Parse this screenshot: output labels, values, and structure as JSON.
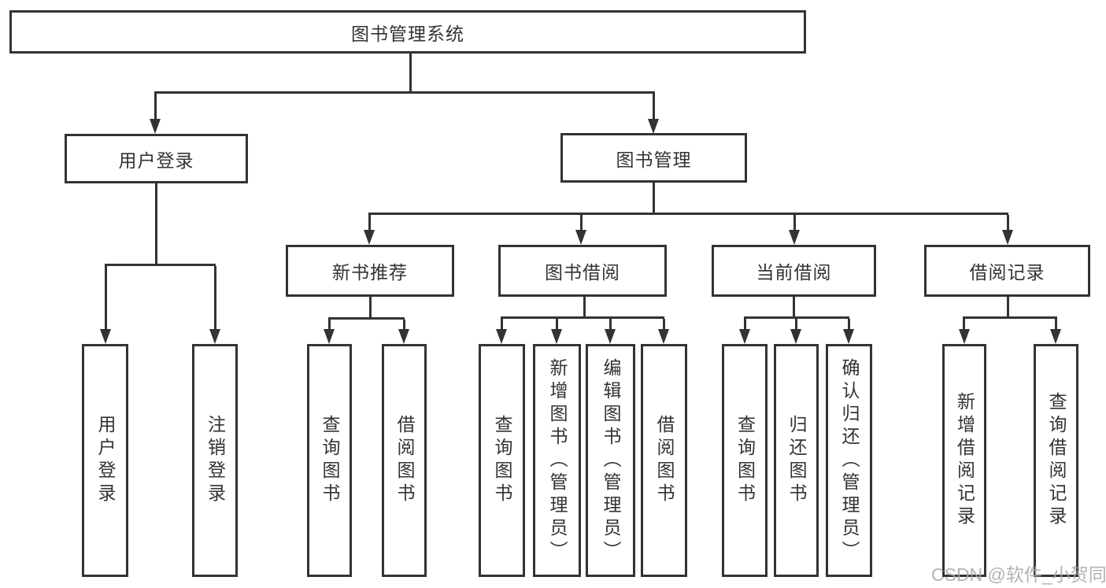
{
  "tree": {
    "label": "图书管理系统",
    "children": [
      {
        "label": "用户登录",
        "children": [
          {
            "label": "用户登录"
          },
          {
            "label": "注销登录"
          }
        ]
      },
      {
        "label": "图书管理",
        "children": [
          {
            "label": "新书推荐",
            "children": [
              {
                "label": "查询图书"
              },
              {
                "label": "借阅图书"
              }
            ]
          },
          {
            "label": "图书借阅",
            "children": [
              {
                "label": "查询图书"
              },
              {
                "label": "新增图书（管理员）"
              },
              {
                "label": "编辑图书（管理员）"
              },
              {
                "label": "借阅图书"
              }
            ]
          },
          {
            "label": "当前借阅",
            "children": [
              {
                "label": "查询图书"
              },
              {
                "label": "归还图书"
              },
              {
                "label": "确认归还（管理员）"
              }
            ]
          },
          {
            "label": "借阅记录",
            "children": [
              {
                "label": "新增借阅记录"
              },
              {
                "label": "查询借阅记录"
              }
            ]
          }
        ]
      }
    ]
  },
  "watermark": {
    "text": "CSDN @软件_小贺同学"
  },
  "colors": {
    "line": "#333333",
    "box_border": "#333333",
    "box_fill": "#ffffff",
    "background": "#ffffff",
    "watermark": "#a8a8a8"
  }
}
